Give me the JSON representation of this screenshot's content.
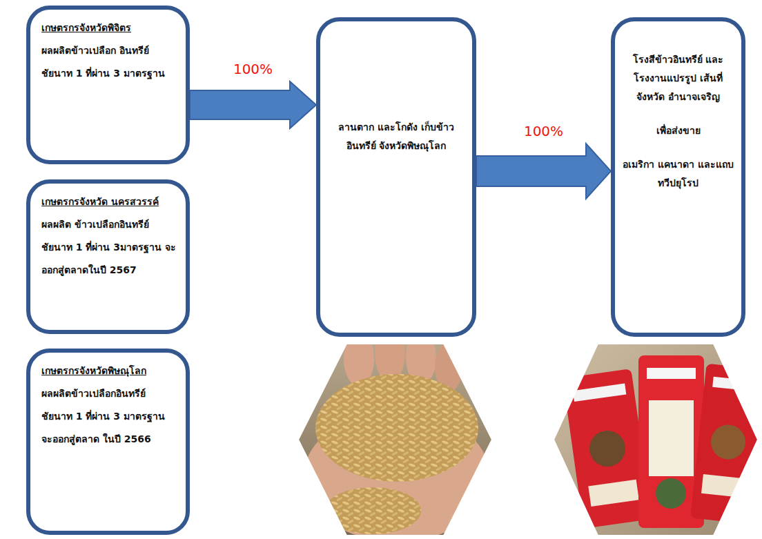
{
  "diagram": {
    "nodes": [
      {
        "text": [
          "เกษตรกรจังหวัดพิจิตร",
          "ผลผลิตข้าวเปลือก อินทรีย์ชัยนาท 1 ที่ผ่าน 3 มาตรฐาน"
        ]
      },
      {
        "text": [
          "เกษตรกรจังหวัด นครสวรรค์",
          "ผลผลิต ข้าวเปลือกอินทรีย์ชัยนาท 1 ที่ผ่าน 3มาตรฐาน จะ ออกสู่ตลาดในปี 2567"
        ]
      },
      {
        "text": [
          "เกษตรกรจังหวัดพิษณุโลก",
          "ผลผลิตข้าวเปลือกอินทรีย์ ชัยนาท 1 ที่ผ่าน 3 มาตรฐาน จะออกสู่ตลาด ในปี 2566"
        ]
      },
      {
        "text": [
          "ลานตาก และโกดัง เก็บข้าวอินทรีย์ จังหวัดพิษณุโลก"
        ]
      },
      {
        "text": [
          "โรงสีข้าวอินทรีย์ และโรงงานแปรรูป เส้นที่จังหวัด อำนาจเจริญ",
          "เพื่อส่งขาย",
          "อเมริกา แคนาดา และแถบทวีปยุโรป"
        ]
      }
    ],
    "edges": [
      {
        "from": 0,
        "to": 3,
        "arrow": "to",
        "label": "100%"
      },
      {
        "from": 3,
        "to": 4,
        "arrow": "to",
        "label": "100%"
      }
    ]
  }
}
